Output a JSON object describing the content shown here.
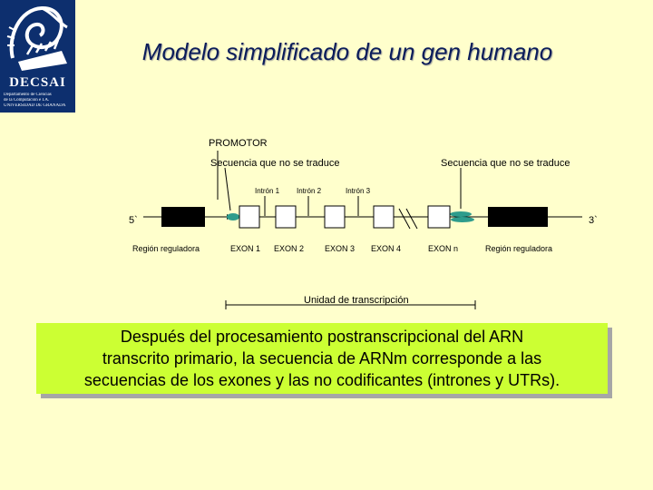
{
  "logo": {
    "name": "DECSAI",
    "line1": "Departamento de Ciencias",
    "line2": "de la Computación e I.A.",
    "line3": "UNIVERSIDAD DE GRANADA"
  },
  "title": "Modelo simplificado de un gen humano",
  "diagram": {
    "promoter": "PROMOTOR",
    "utr_left": "Secuencia que no se traduce",
    "utr_right": "Secuencia que no se traduce",
    "intron1": "Intrón 1",
    "intron2": "Intrón 2",
    "intron3": "Intrón 3",
    "end_5": "5`",
    "end_3": "3`",
    "region_left": "Región reguladora",
    "region_right": "Región reguladora",
    "exon1": "EXON 1",
    "exon2": "EXON 2",
    "exon3": "EXON 3",
    "exon4": "EXON 4",
    "exon_n": "EXON n",
    "transcription_unit": "Unidad de transcripción"
  },
  "note": {
    "line1": "Después del procesamiento postranscripcional del ARN",
    "line2": "transcrito primario, la secuencia de ARNm corresponde a las",
    "line3": "secuencias de los exones y las no codificantes (intrones y UTRs)."
  },
  "colors": {
    "background": "#FFFFCC",
    "title": "#0A1C5A",
    "note_background": "#CCFF33",
    "utr_teal": "#2E9C8C",
    "regulatory_block": "#000000"
  }
}
